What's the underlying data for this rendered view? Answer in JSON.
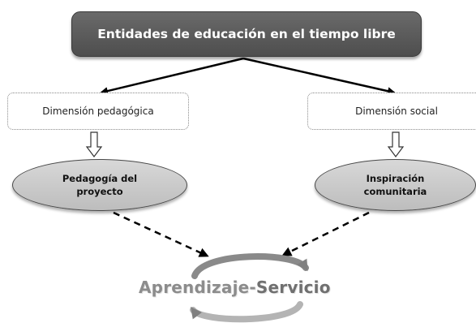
{
  "title": "Entidades de educación en el tiempo libre",
  "dimensions": {
    "left": "Dimensión pedagógica",
    "right": "Dimensión social"
  },
  "ovals": {
    "left": "Pedagogía del proyecto",
    "right": "Inspiración comunitaria"
  },
  "result": {
    "part1": "Aprendizaje",
    "dash": "-",
    "part2": "Servicio"
  }
}
